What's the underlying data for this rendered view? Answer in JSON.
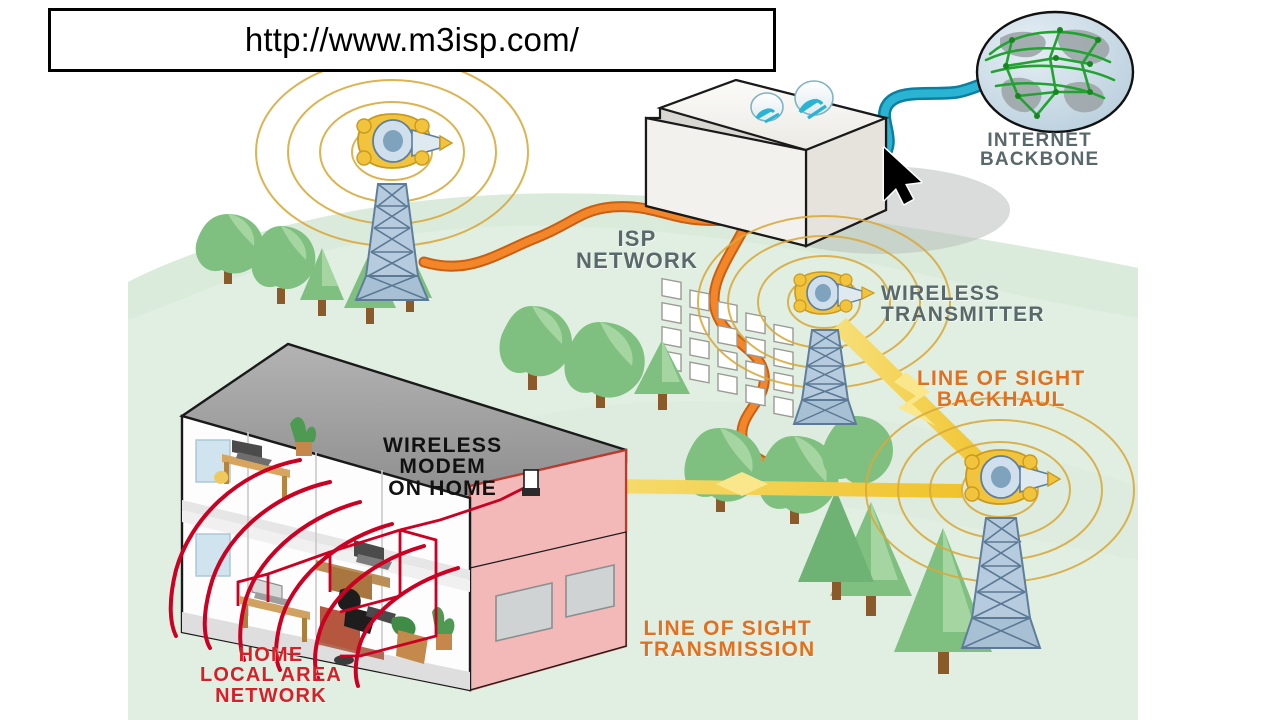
{
  "page": {
    "title": "Wireless ISP Network Diagram",
    "background_color": "#ffffff",
    "land_color": "#e1efe2"
  },
  "url_bar": {
    "url": "http://www.m3isp.com/",
    "border_color": "#000000",
    "background": "#ffffff"
  },
  "labels": {
    "isp_network": "ISP\nNETWORK",
    "wireless_transmitter": "WIRELESS\nTRANSMITTER",
    "line_of_sight_backhaul": "LINE OF SIGHT\nBACKHAUL",
    "line_of_sight_transmission": "LINE OF SIGHT\nTRANSMISSION",
    "home_local_area_network": "HOME\nLOCAL AREA\nNETWORK",
    "wireless_modem_on_home": "WIRELESS\nMODEM\nON HOME",
    "internet_backbone": "INTERNET\nBACKBONE"
  },
  "colors": {
    "label_gray": "#59686a",
    "label_orange": "#e2701e",
    "label_red": "#d81f26",
    "label_black": "#111111",
    "cable_isp_orange": "#f07f22",
    "cable_backbone_teal": "#1ba5c4",
    "signal_ring": "#d9a93a",
    "wifi_arc_red": "#cc0022",
    "beam_yellow": "#f5d14a",
    "tower_steel": "#9db7cf",
    "antenna_gold": "#f2c33c",
    "building_wall": "#f2f1ee",
    "house_roof": "#9a9a9a",
    "house_wall_pink": "#f3b9b9",
    "tree_green": "#79bd7e",
    "globe_green": "#22a331"
  },
  "elements": {
    "tower_left": {
      "name": "wireless tower (left)",
      "rings": 4
    },
    "tower_middle": {
      "name": "wireless transmitter tower",
      "rings": 4
    },
    "tower_right": {
      "name": "wireless relay tower",
      "rings": 4
    },
    "isp_building": {
      "name": "ISP facility building",
      "dishes": 2,
      "window_rows": 4
    },
    "globe": {
      "name": "internet backbone globe"
    },
    "house": {
      "name": "cutaway house with home LAN",
      "floors": 2
    },
    "cursor": {
      "name": "mouse pointer"
    }
  }
}
